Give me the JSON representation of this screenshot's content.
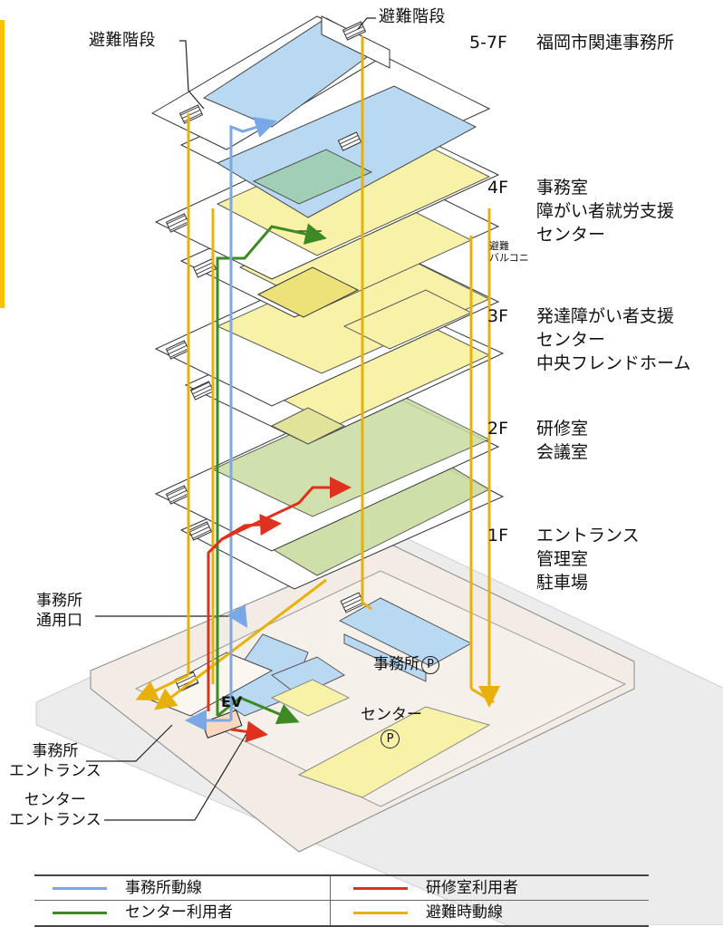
{
  "colors": {
    "office": "#7aa7e6",
    "center": "#3b8a22",
    "training": "#e0301e",
    "evacuation": "#e8b00a",
    "office_floor": "#b9d8f2",
    "yellow_floor": "#f8f2a8",
    "green_floor": "#c9dca0",
    "ground": "#ececec"
  },
  "floors": [
    {
      "level": "5-7F",
      "lines": [
        "福岡市関連事務所"
      ]
    },
    {
      "level": "4F",
      "lines": [
        "事務室",
        "障がい者就労支援",
        "センター"
      ]
    },
    {
      "level": "3F",
      "lines": [
        "発達障がい者支援",
        "センター",
        "中央フレンドホーム"
      ]
    },
    {
      "level": "2F",
      "lines": [
        "研修室",
        "会議室"
      ]
    },
    {
      "level": "1F",
      "lines": [
        "エントランス",
        "管理室",
        "駐車場"
      ]
    }
  ],
  "labels": {
    "stairs_left": "避難階段",
    "stairs_right": "避難階段",
    "balcony_l1": "避難",
    "balcony_l2": "バルコニ",
    "office_door": [
      "事務所",
      "通用口"
    ],
    "office_entrance": [
      "事務所",
      "エントランス"
    ],
    "center_entrance": [
      "センター",
      "エントランス"
    ],
    "ev": "EV",
    "parking_office": "事務所",
    "parking_center": "センター",
    "parking_mark": "P"
  },
  "legend": [
    {
      "label": "事務所動線",
      "color_key": "office"
    },
    {
      "label": "研修室利用者",
      "color_key": "training"
    },
    {
      "label": "センター利用者",
      "color_key": "center"
    },
    {
      "label": "避難時動線",
      "color_key": "evacuation"
    }
  ]
}
